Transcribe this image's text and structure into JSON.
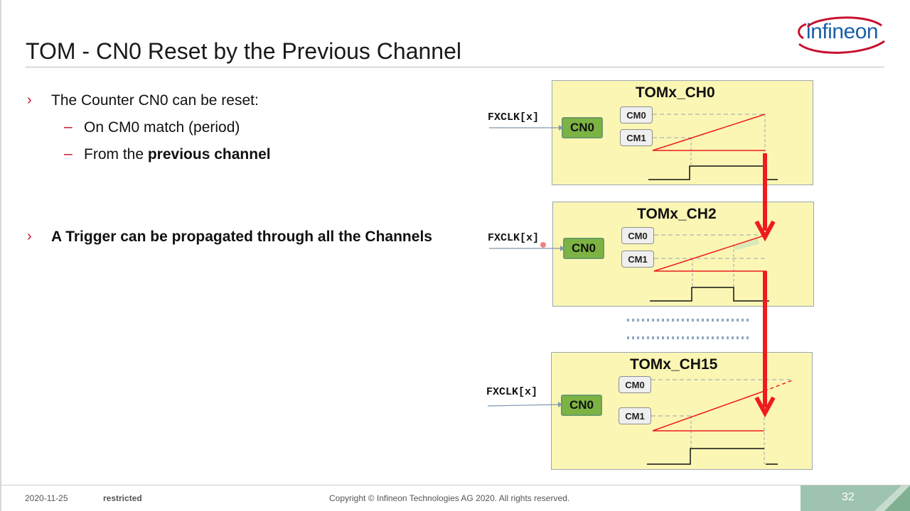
{
  "slide": {
    "title": "TOM - CN0 Reset by the Previous Channel",
    "logo_text": "infineon"
  },
  "bullets": [
    {
      "mark": "›",
      "text": "The Counter CN0 can be reset:"
    },
    {
      "mark": "›",
      "text": "A Trigger can be propagated through all the Channels"
    }
  ],
  "sub_bullets": [
    {
      "dash": "–",
      "text": "On CM0 match (period)"
    },
    {
      "dash": "–",
      "prefix": "From the ",
      "bold": "previous channel"
    }
  ],
  "diagram": {
    "channels": [
      {
        "title": "TOMx_CH0",
        "clock": "FXCLK[x]",
        "counter": "CN0",
        "cm0": "CM0",
        "cm1": "CM1"
      },
      {
        "title": "TOMx_CH2",
        "clock": "FXCLK[x]",
        "counter": "CN0",
        "cm0": "CM0",
        "cm1": "CM1"
      },
      {
        "title": "TOMx_CH15",
        "clock": "FXCLK[x]",
        "counter": "CN0",
        "cm0": "CM0",
        "cm1": "CM1"
      }
    ],
    "colors": {
      "trigger": "#ee1c1c",
      "box": "#fbf6b4",
      "counter": "#7cb342",
      "dots": "#8fa8c0"
    }
  },
  "footer": {
    "date": "2020-11-25",
    "classification": "restricted",
    "copyright": "Copyright © Infineon Technologies AG 2020. All rights reserved.",
    "page": "32"
  }
}
